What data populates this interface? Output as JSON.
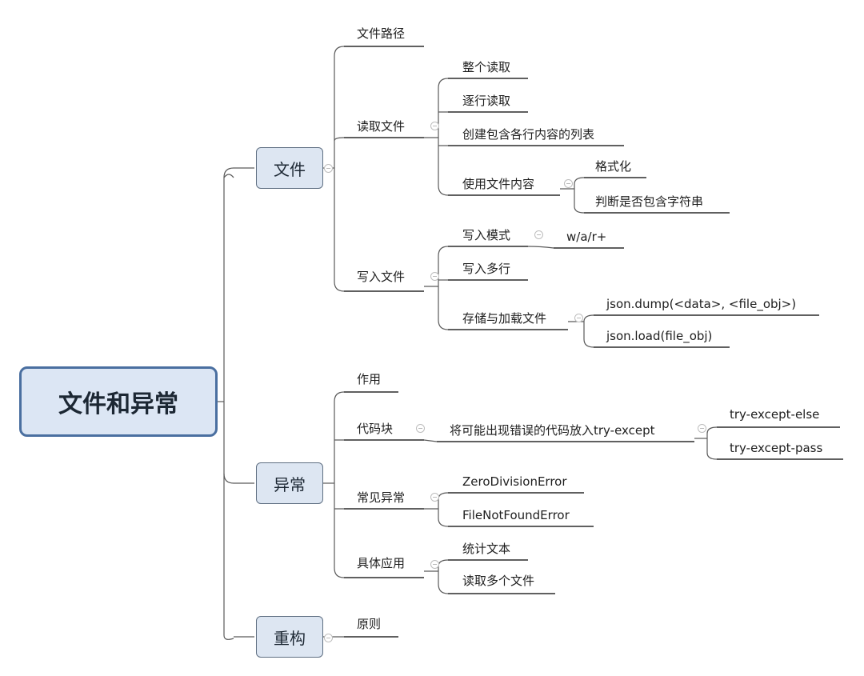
{
  "root": "文件和异常",
  "file": {
    "label": "文件",
    "path": "文件路径",
    "read": {
      "label": "读取文件",
      "whole": "整个读取",
      "by_line": "逐行读取",
      "line_list": "创建包含各行内容的列表",
      "use": {
        "label": "使用文件内容",
        "format": "格式化",
        "contains": "判断是否包含字符串"
      }
    },
    "write": {
      "label": "写入文件",
      "mode": {
        "label": "写入模式",
        "value": "w/a/r+"
      },
      "multi": "写入多行",
      "store": {
        "label": "存储与加载文件",
        "dump": "json.dump(<data>, <file_obj>)",
        "load": "json.load(file_obj)"
      }
    }
  },
  "exception": {
    "label": "异常",
    "purpose": "作用",
    "block": {
      "label": "代码块",
      "desc": "将可能出现错误的代码放入try-except",
      "else": "try-except-else",
      "pass": "try-except-pass"
    },
    "common": {
      "label": "常见异常",
      "zero": "ZeroDivisionError",
      "notfound": "FileNotFoundError"
    },
    "apply": {
      "label": "具体应用",
      "count": "统计文本",
      "multi": "读取多个文件"
    }
  },
  "refactor": {
    "label": "重构",
    "principle": "原则"
  }
}
